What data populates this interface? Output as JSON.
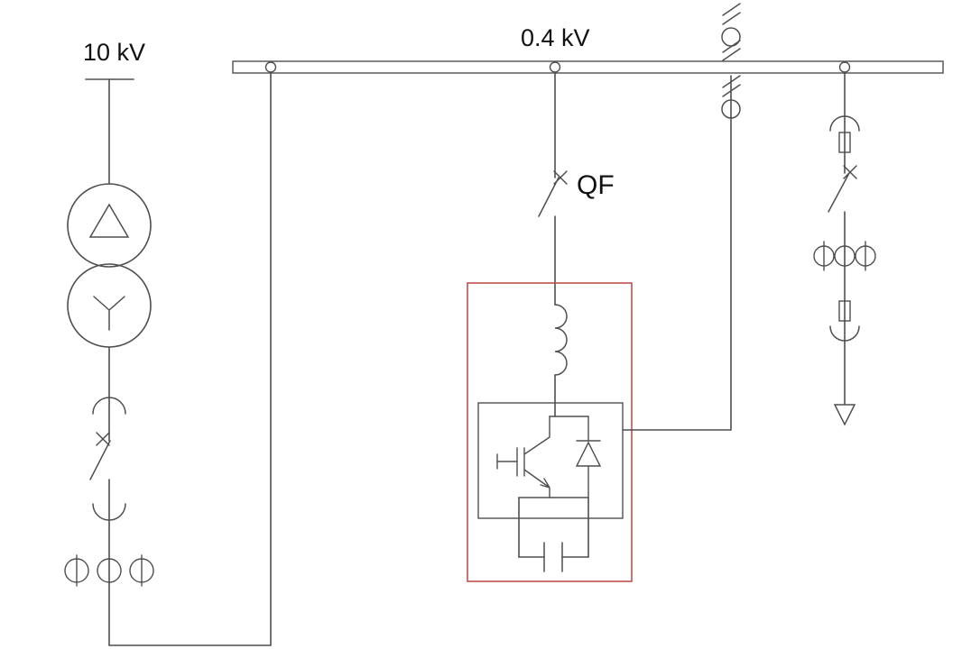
{
  "diagram": {
    "labels": {
      "hv_voltage": "10 kV",
      "lv_voltage": "0.4 kV",
      "breaker_id": "QF"
    },
    "colors": {
      "line": "#4f4f4f",
      "text": "#111111",
      "converter_highlight": "#c0504d",
      "background": "#ffffff"
    },
    "components": {
      "transformer": "two-winding-transformer-delta-wye",
      "busbar": "lv-busbar-0.4kv",
      "breaker": "circuit-breaker-qf",
      "converter": "igbt-converter-module-with-reactor-and-capacitor",
      "left_feeder": "incoming-feeder-with-withdrawable-breaker-and-cts",
      "right_feeder": "outgoing-feeder-with-fuses-cts-and-load-arrow",
      "link_symbols": "fuse-link-symbols"
    }
  }
}
